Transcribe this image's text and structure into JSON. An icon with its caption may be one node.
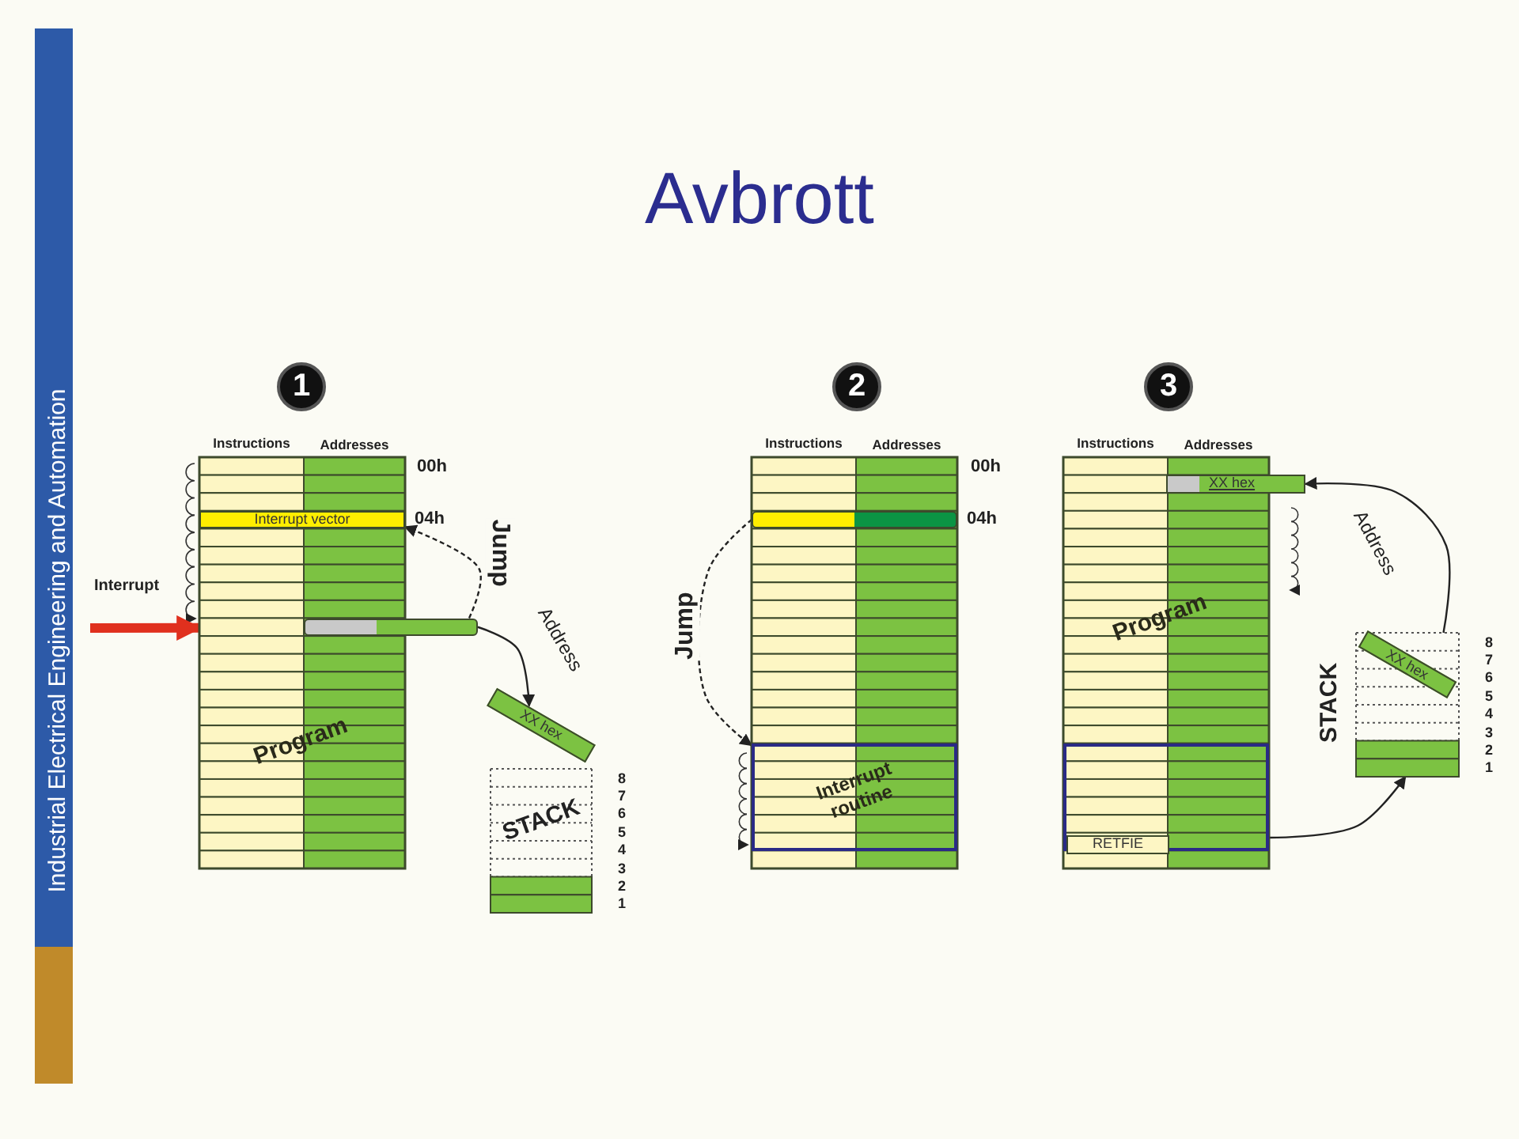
{
  "diagram": {
    "title": "Avbrott",
    "nodes": [
      {
        "text": [
          "1"
        ]
      },
      {
        "text": [
          "Instructions",
          "Addresses",
          "Program"
        ]
      },
      {
        "text": [
          "Interrupt vector"
        ],
        "in": 1,
        "beside": [
          "04h"
        ]
      },
      {
        "text": [],
        "shape": "bar"
      },
      {
        "text": [
          "XX hex"
        ]
      },
      {
        "text": [
          "STACK"
        ]
      },
      {
        "text": [
          "2"
        ]
      },
      {
        "text": [
          "Instructions",
          "Addresses"
        ]
      },
      {
        "text": [],
        "shape": "bar",
        "in": 7,
        "beside": [
          "04h"
        ]
      },
      {
        "text": [
          "Interrupt routine"
        ],
        "in": 7
      },
      {
        "text": [
          "3"
        ]
      },
      {
        "text": [
          "Instructions",
          "Addresses",
          "Program"
        ]
      },
      {
        "text": [
          "XX hex"
        ]
      },
      {
        "text": [],
        "shape": "box",
        "in": 11
      },
      {
        "text": [
          "RETFIE"
        ],
        "in": 13
      },
      {
        "text": [
          "STACK"
        ]
      },
      {
        "text": [
          "XX hex"
        ],
        "in": 15
      }
    ],
    "edges": [
      {
        "from": null,
        "to": 1,
        "arrow": "to",
        "label": "Interrupt",
        "style": "thick",
        "color": "#e0301e"
      },
      {
        "from": 3,
        "to": 2,
        "arrow": "to",
        "label": "Jump",
        "style": "dashed"
      },
      {
        "from": 3,
        "to": 4,
        "arrow": "to",
        "label": "Address"
      },
      {
        "from": 8,
        "to": 9,
        "arrow": "to",
        "label": "Jump",
        "style": "dashed"
      },
      {
        "from": 13,
        "to": 15,
        "arrow": "to"
      },
      {
        "from": 15,
        "to": 12,
        "arrow": "to",
        "label": "Address"
      }
    ],
    "labels": [
      "Industrial Electrical Engineering and Automation",
      "00h",
      "8",
      "7",
      "6",
      "5",
      "4",
      "3",
      "2",
      "1",
      "00h",
      "8",
      "7",
      "6",
      "5",
      "4",
      "3",
      "2",
      "1"
    ]
  }
}
